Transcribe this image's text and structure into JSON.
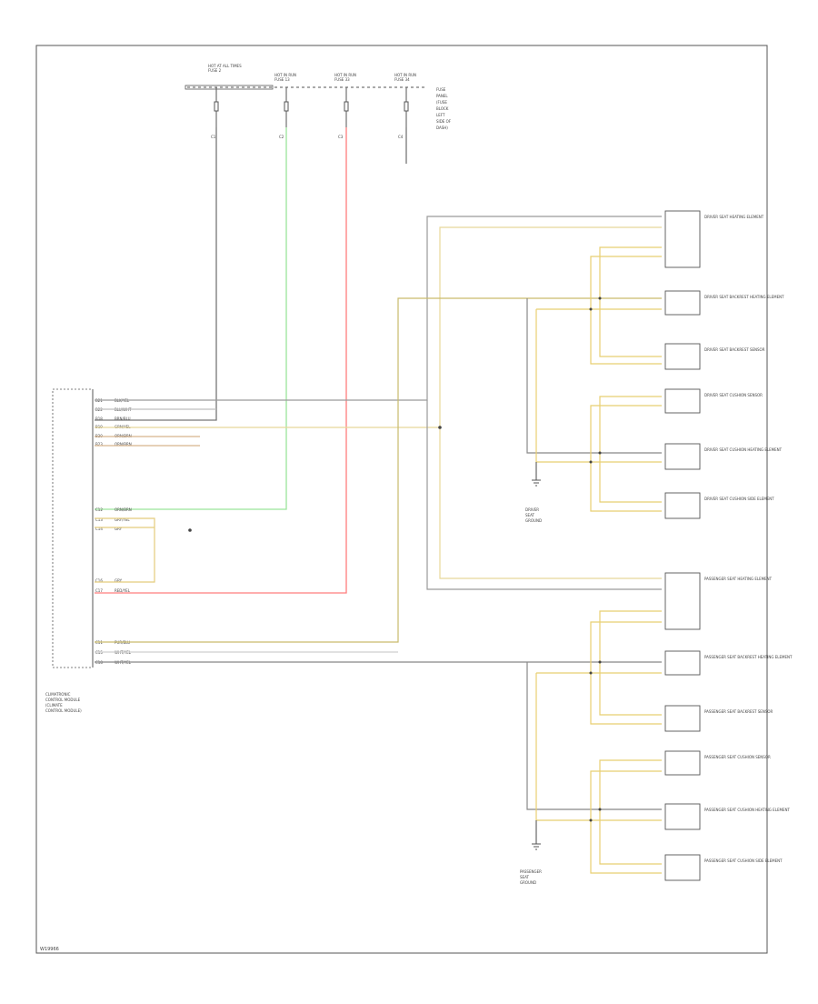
{
  "diagram_id": "W19966",
  "module_label": [
    "CLIMATRONIC",
    "CONTROL MODULE",
    "(CLIMATE",
    "CONTROL MODULE)"
  ],
  "fuses": [
    {
      "top": "HOT AT ALL TIMES",
      "name": "FUSE 2"
    },
    {
      "top": "HOT IN RUN",
      "name": "FUSE 13"
    },
    {
      "top": "HOT IN RUN",
      "name": "FUSE 33"
    },
    {
      "top": "HOT IN RUN",
      "name": "FUSE 34"
    }
  ],
  "fuse_block_label": [
    "FUSE",
    "PANEL",
    "(FUSE",
    "BLOCK",
    "LEFT",
    "SIDE OF",
    "DASH)"
  ],
  "module_pins": [
    "B21",
    "B22",
    "B18",
    "B19",
    "B20",
    "B23",
    "C12",
    "C13",
    "C14",
    "C16",
    "C17",
    "C11",
    "C15",
    "C18"
  ],
  "module_wire_colors": [
    "BLK/YEL",
    "BLU/WHT",
    "BRN/BLU",
    "GRN/YEL",
    "ORN/BRN",
    "ORN/BRN",
    "ORN/BRN",
    "GRY/YEL",
    "GRY",
    "GRY",
    "RED/YEL",
    "PUR/BLU",
    "WHT/YEL",
    "WHT/YEL"
  ],
  "driver_seat_group": {
    "components": [
      {
        "name": "DRIVER SEAT HEATING ELEMENT"
      },
      {
        "name": "DRIVER SEAT BACKREST HEATING ELEMENT"
      },
      {
        "name": "DRIVER SEAT BACKREST SENSOR"
      },
      {
        "name": "DRIVER SEAT CUSHION SENSOR"
      },
      {
        "name": "DRIVER SEAT CUSHION HEATING ELEMENT"
      },
      {
        "name": "DRIVER SEAT CUSHION SIDE ELEMENT"
      }
    ],
    "ground_label": [
      "DRIVER",
      "SEAT",
      "GROUND"
    ]
  },
  "passenger_seat_group": {
    "components": [
      {
        "name": "PASSENGER SEAT HEATING ELEMENT"
      },
      {
        "name": "PASSENGER SEAT BACKREST HEATING ELEMENT"
      },
      {
        "name": "PASSENGER SEAT BACKREST SENSOR"
      },
      {
        "name": "PASSENGER SEAT CUSHION SENSOR"
      },
      {
        "name": "PASSENGER SEAT CUSHION HEATING ELEMENT"
      },
      {
        "name": "PASSENGER SEAT CUSHION SIDE ELEMENT"
      }
    ],
    "ground_label": [
      "PASSENGER",
      "SEAT",
      "GROUND"
    ]
  },
  "wire_colors": {
    "black": "#555555",
    "gray": "#b0b0b0",
    "green": "#7ddf7d",
    "red": "#ff6f6f",
    "yellow": "#e8cf72",
    "brown": "#c7a27e",
    "purple": "#c36fd6",
    "white": "#dddddd"
  }
}
